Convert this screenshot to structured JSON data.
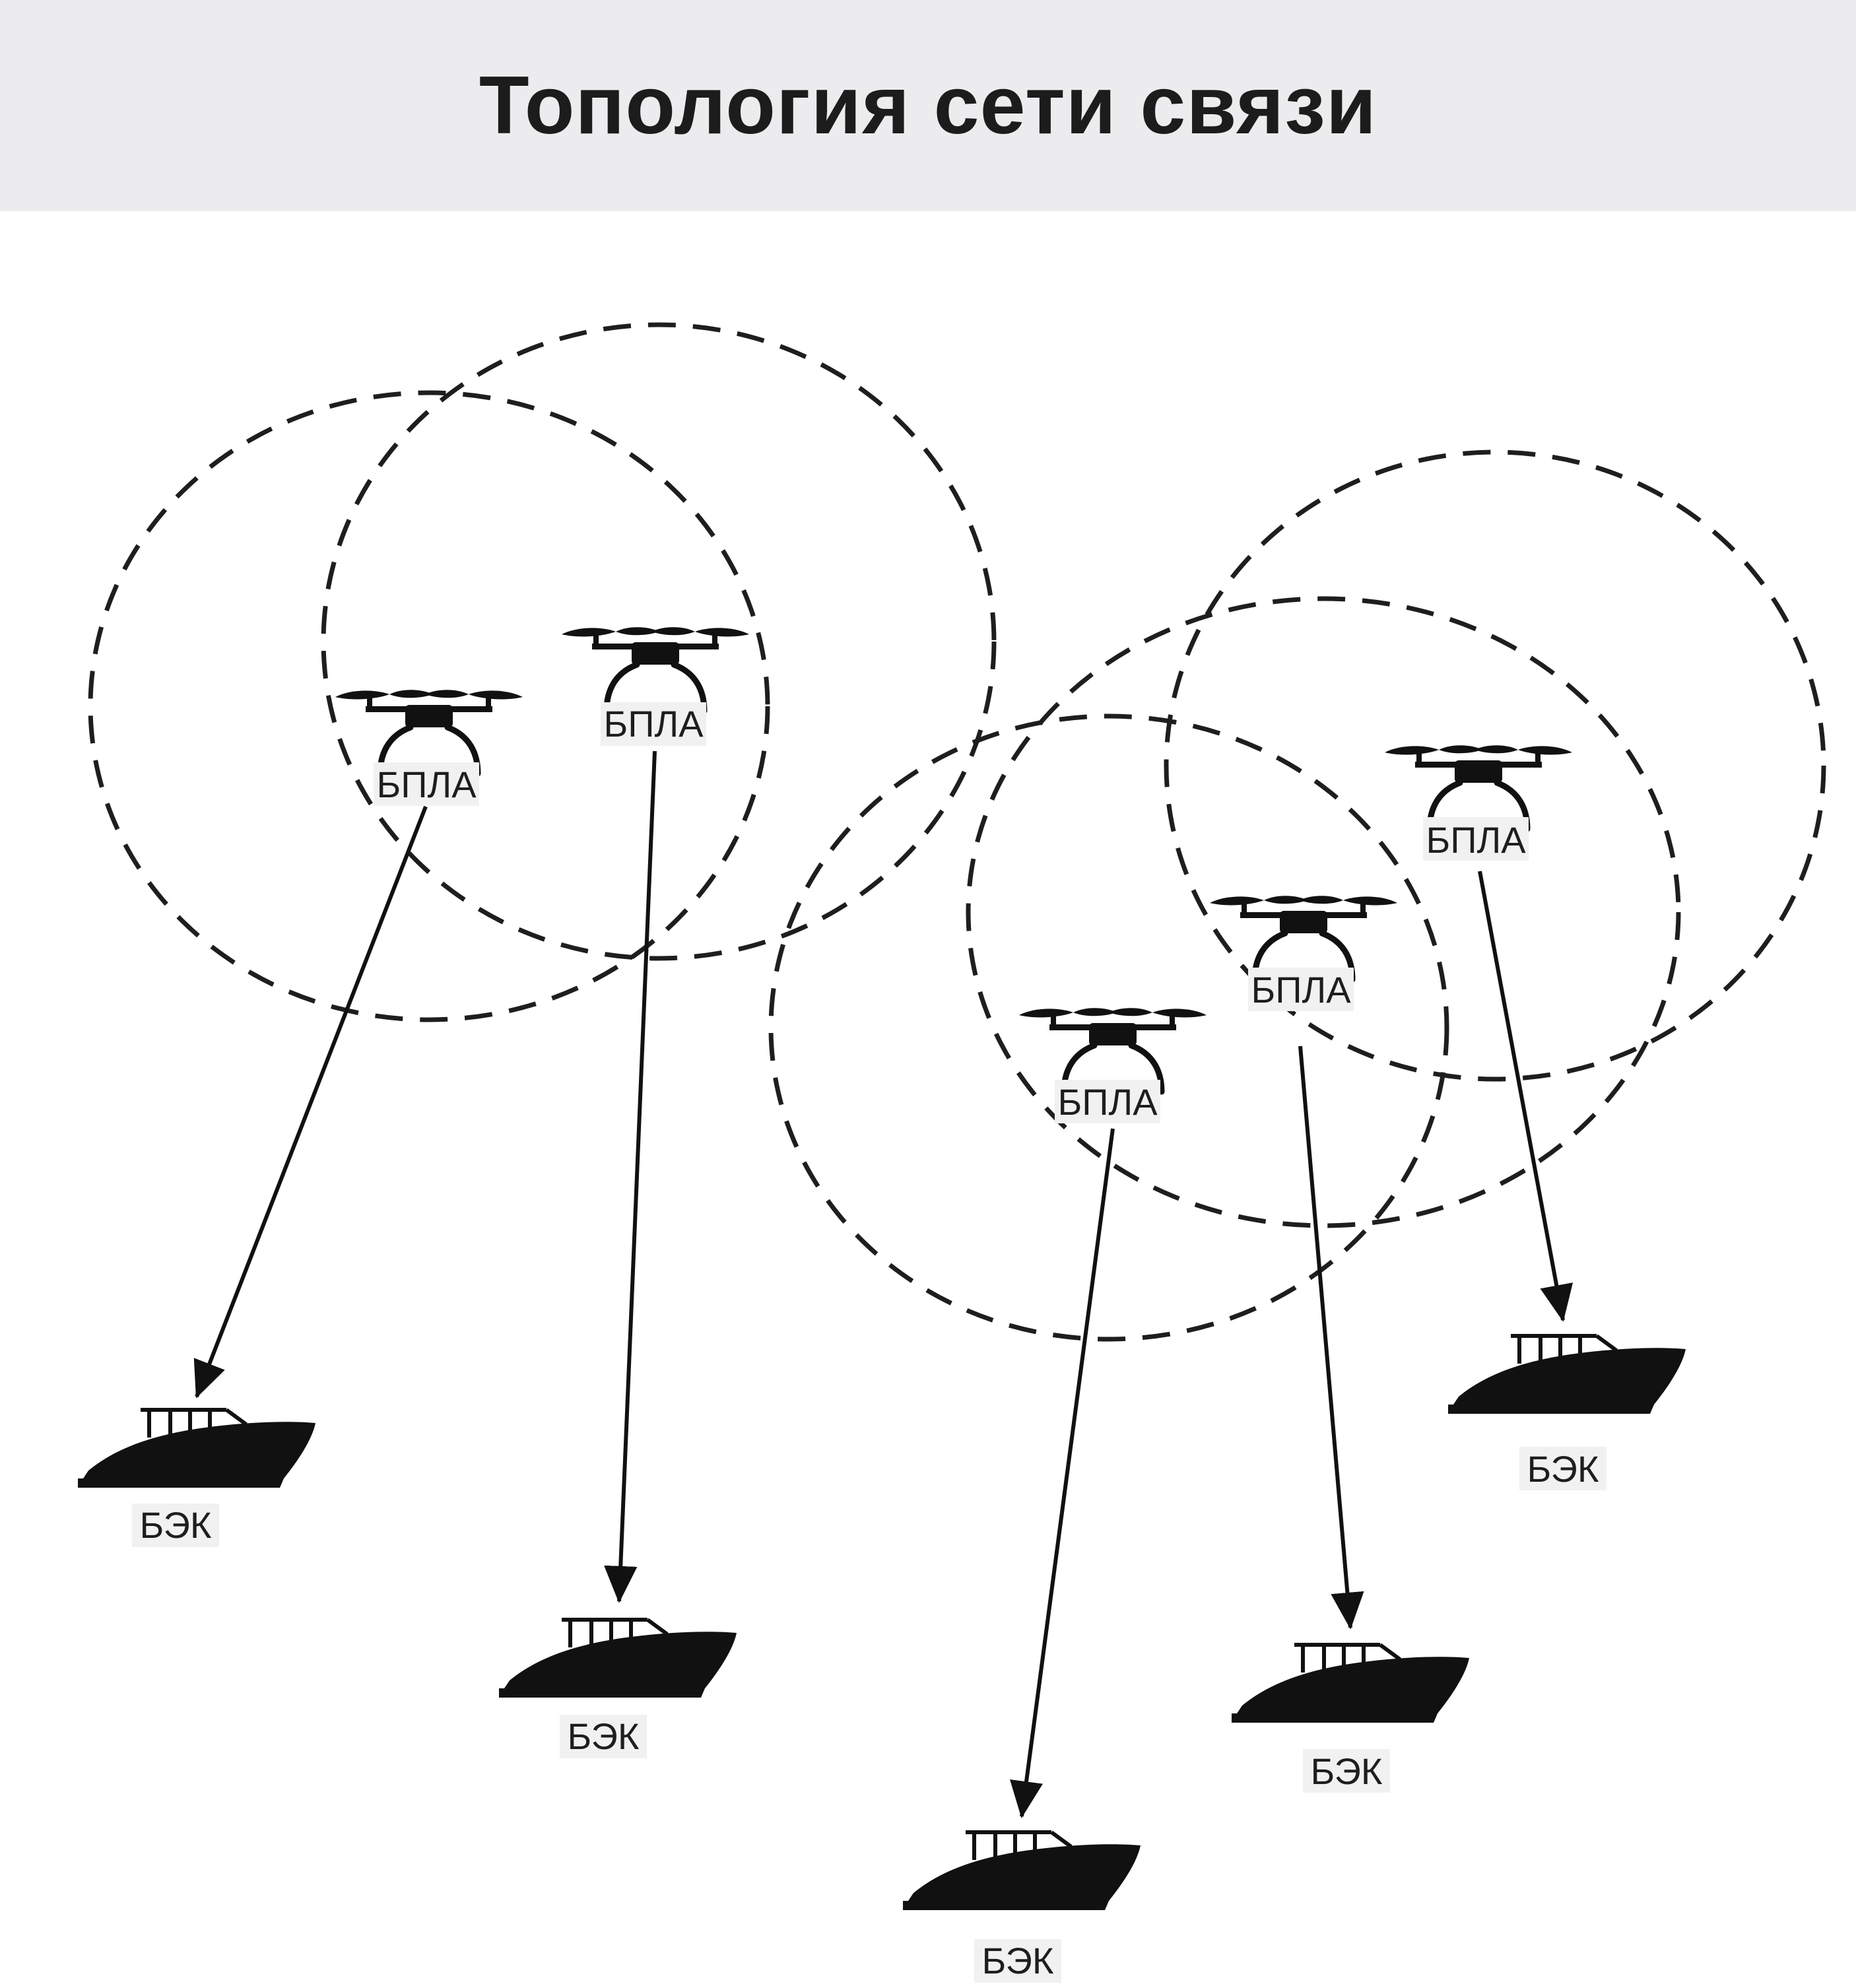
{
  "title": "Топология сети связи",
  "colors": {
    "header_bg": "#ececee",
    "ink": "#111111",
    "label_bg": "#f1f1f1",
    "background": "#ffffff"
  },
  "node_types": {
    "uav": {
      "icon": "drone-icon",
      "label": "БПЛА"
    },
    "usv": {
      "icon": "boat-icon",
      "label": "БЭК"
    }
  },
  "drones": [
    {
      "id": "uav-1",
      "label": "БПЛА"
    },
    {
      "id": "uav-2",
      "label": "БПЛА"
    },
    {
      "id": "uav-3",
      "label": "БПЛА"
    },
    {
      "id": "uav-4",
      "label": "БПЛА"
    },
    {
      "id": "uav-5",
      "label": "БПЛА"
    }
  ],
  "boats": [
    {
      "id": "usv-1",
      "label": "БЭК"
    },
    {
      "id": "usv-2",
      "label": "БЭК"
    },
    {
      "id": "usv-3",
      "label": "БЭК"
    },
    {
      "id": "usv-4",
      "label": "БЭК"
    },
    {
      "id": "usv-5",
      "label": "БЭК"
    }
  ],
  "links": [
    {
      "from": "uav-1",
      "to": "usv-1"
    },
    {
      "from": "uav-2",
      "to": "usv-2"
    },
    {
      "from": "uav-3",
      "to": "usv-3"
    },
    {
      "from": "uav-4",
      "to": "usv-4"
    },
    {
      "from": "uav-5",
      "to": "usv-5"
    }
  ],
  "ranges": [
    "uav-1",
    "uav-2",
    "uav-3",
    "uav-4",
    "uav-5"
  ]
}
